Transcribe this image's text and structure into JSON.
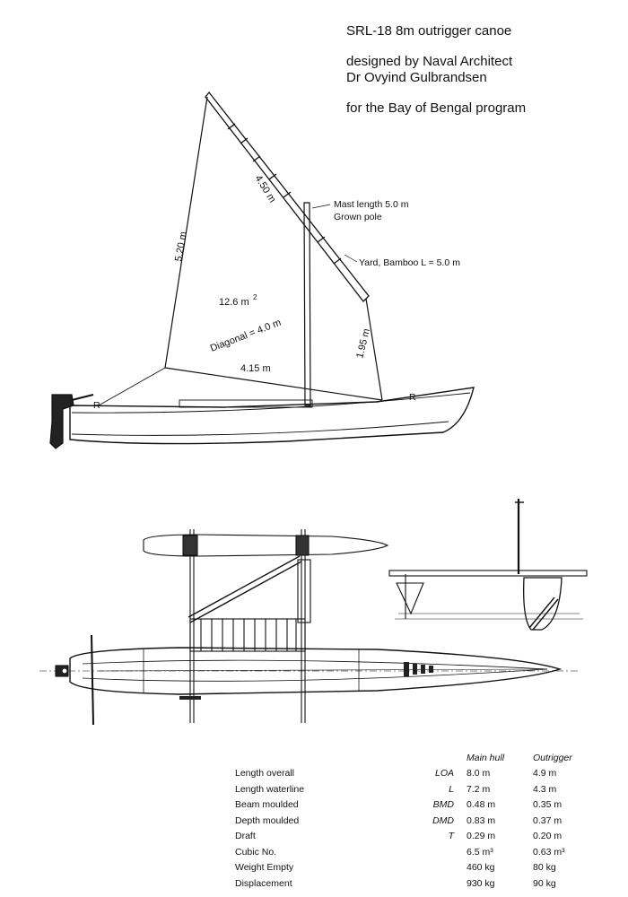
{
  "header": {
    "line1": "SRL-18 8m outrigger canoe",
    "line2": "designed by Naval Architect",
    "line3": "Dr Ovyind Gulbrandsen",
    "line4": "for the Bay of Bengal program"
  },
  "sail_plan": {
    "luff": "5.20 m",
    "yard_segment": "4.50 m",
    "area_value": "12.6 m",
    "area_exp": "2",
    "diagonal": "Diagonal = 4.0 m",
    "foot": "4.15 m",
    "leech": "1.95 m",
    "mast_label_1": "Mast length 5.0 m",
    "mast_label_2": "Grown pole",
    "yard_label": "Yard, Bamboo  L = 5.0 m"
  },
  "specs": {
    "col_main": "Main hull",
    "col_out": "Outrigger",
    "rows": [
      {
        "name": "Length overall",
        "abbr": "LOA",
        "main": "8.0 m",
        "out": "4.9 m"
      },
      {
        "name": "Length waterline",
        "abbr": "L",
        "main": "7.2 m",
        "out": "4.3 m"
      },
      {
        "name": "Beam moulded",
        "abbr": "BMD",
        "main": "0.48 m",
        "out": "0.35 m"
      },
      {
        "name": "Depth moulded",
        "abbr": "DMD",
        "main": "0.83 m",
        "out": "0.37 m"
      },
      {
        "name": "Draft",
        "abbr": "T",
        "main": "0.29 m",
        "out": "0.20 m"
      },
      {
        "name": "Cubic No.",
        "abbr": "",
        "main": "6.5 m³",
        "out": "0.63 m³"
      },
      {
        "name": "Weight Empty",
        "abbr": "",
        "main": "460 kg",
        "out": "80 kg"
      },
      {
        "name": "Displacement",
        "abbr": "",
        "main": "930 kg",
        "out": "90 kg"
      }
    ]
  }
}
